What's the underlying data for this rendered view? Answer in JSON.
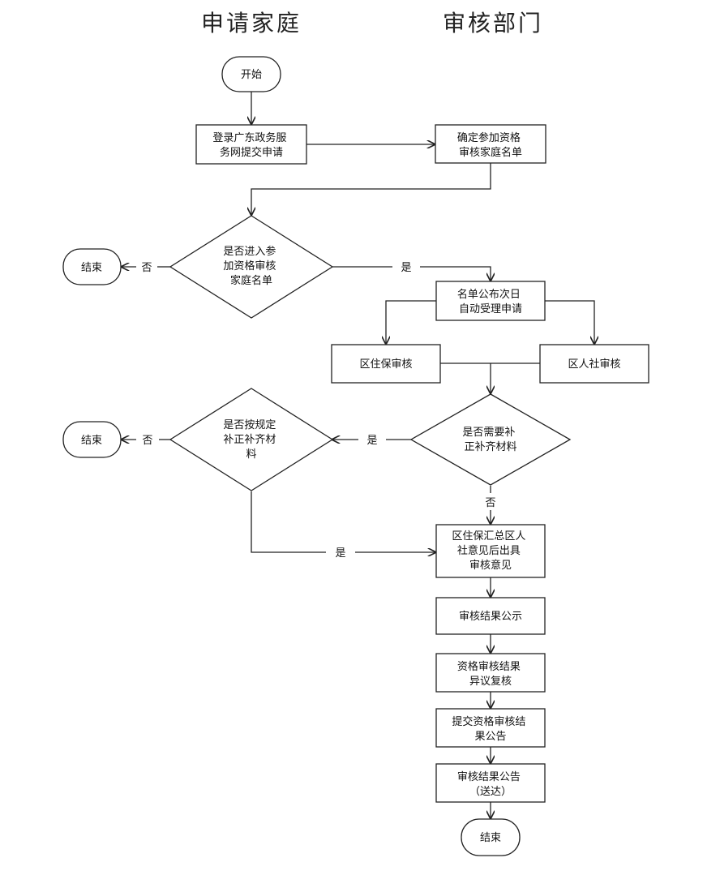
{
  "headers": {
    "left": "申请家庭",
    "right": "审核部门"
  },
  "nodes": {
    "start": [
      "开始"
    ],
    "login": [
      "登录广东政务服",
      "务网提交申请"
    ],
    "confirm": [
      "确定参加资格",
      "审核家庭名单"
    ],
    "decision_enter": [
      "是否进入参",
      "加资格审核",
      "家庭名单"
    ],
    "end1": [
      "结束"
    ],
    "publish": [
      "名单公布次日",
      "自动受理申请"
    ],
    "housing": [
      "区住保审核"
    ],
    "social": [
      "区人社审核"
    ],
    "decision_need": [
      "是否需要补",
      "正补齐材料"
    ],
    "decision_supplement": [
      "是否按规定",
      "补正补齐材",
      "料"
    ],
    "end2": [
      "结束"
    ],
    "summary": [
      "区住保汇总区人",
      "社意见后出具",
      "审核意见"
    ],
    "announce": [
      "审核结果公示"
    ],
    "review": [
      "资格审核结果",
      "异议复核"
    ],
    "submit": [
      "提交资格审核结",
      "果公告"
    ],
    "deliver": [
      "审核结果公告",
      "（送达）"
    ],
    "end3": [
      "结束"
    ]
  },
  "edge_labels": {
    "no_1": "否",
    "yes_1": "是",
    "yes_2": "是",
    "no_2": "否",
    "no_3": "否",
    "yes_3": "是"
  }
}
